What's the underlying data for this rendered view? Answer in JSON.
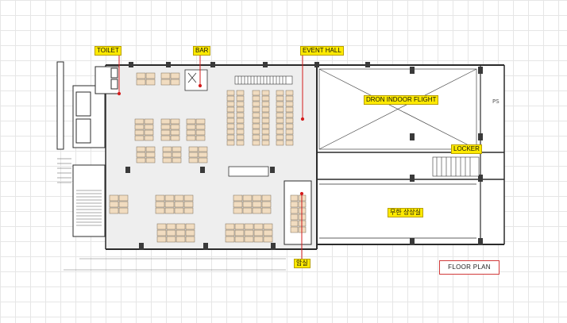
{
  "labels": {
    "toilet": "TOILET",
    "bar": "BAR",
    "event_hall": "EVENT HALL",
    "dron_flight": "DRON INDOOR FLIGHT",
    "locker": "LOCKER",
    "infinite_room": "무한 상상실",
    "darkroom": "암실",
    "floor_plan": "FLOOR PLAN",
    "ps": "PS"
  },
  "colors": {
    "tag_fill": "#ffea00",
    "leader_line": "#d41c1c",
    "wall": "#2b2b2b",
    "floor_fill": "#eeeeee",
    "desk_fill": "#f1dcc0"
  }
}
